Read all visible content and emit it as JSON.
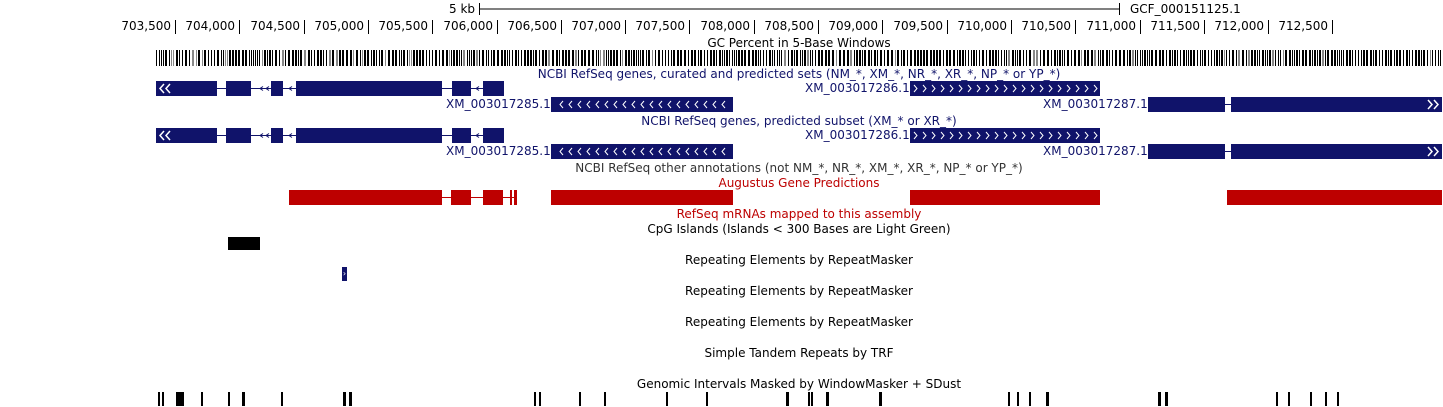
{
  "scale": {
    "label": "5 kb",
    "assembly": "GCF_000151125.1"
  },
  "ruler": {
    "ticks": [
      "703,500",
      "704,000",
      "704,500",
      "705,000",
      "705,500",
      "706,000",
      "706,500",
      "707,000",
      "707,500",
      "708,000",
      "708,500",
      "709,000",
      "709,500",
      "710,000",
      "710,500",
      "711,000",
      "711,500",
      "712,000",
      "712,500"
    ]
  },
  "tracks": {
    "gc_percent": {
      "title": "GC Percent in 5-Base Windows"
    },
    "refseq_all": {
      "title": "NCBI RefSeq genes, curated and predicted sets (NM_*, XM_*, NR_*, XR_*, NP_* or YP_*)",
      "genes": [
        "XM_003017285.1",
        "XM_003017286.1",
        "XM_003017287.1"
      ]
    },
    "refseq_predicted": {
      "title": "NCBI RefSeq genes, predicted subset (XM_* or XR_*)",
      "genes": [
        "XM_003017285.1",
        "XM_003017286.1",
        "XM_003017287.1"
      ]
    },
    "refseq_other": {
      "title": "NCBI RefSeq other annotations (not NM_*, NR_*, XM_*, XR_*, NP_* or YP_*)"
    },
    "augustus": {
      "title": "Augustus Gene Predictions"
    },
    "refseq_mrna": {
      "title": "RefSeq mRNAs mapped to this assembly"
    },
    "cpg": {
      "title": "CpG Islands (Islands < 300 Bases are Light Green)"
    },
    "rmsk1": {
      "title": "Repeating Elements by RepeatMasker"
    },
    "rmsk2": {
      "title": "Repeating Elements by RepeatMasker"
    },
    "rmsk3": {
      "title": "Repeating Elements by RepeatMasker"
    },
    "simple_repeats": {
      "title": "Simple Tandem Repeats by TRF"
    },
    "windowmasker": {
      "title": "Genomic Intervals Masked by WindowMasker + SDust"
    }
  },
  "colors": {
    "refseq": "#10136a",
    "augustus": "#bd0000",
    "black": "#000000"
  }
}
